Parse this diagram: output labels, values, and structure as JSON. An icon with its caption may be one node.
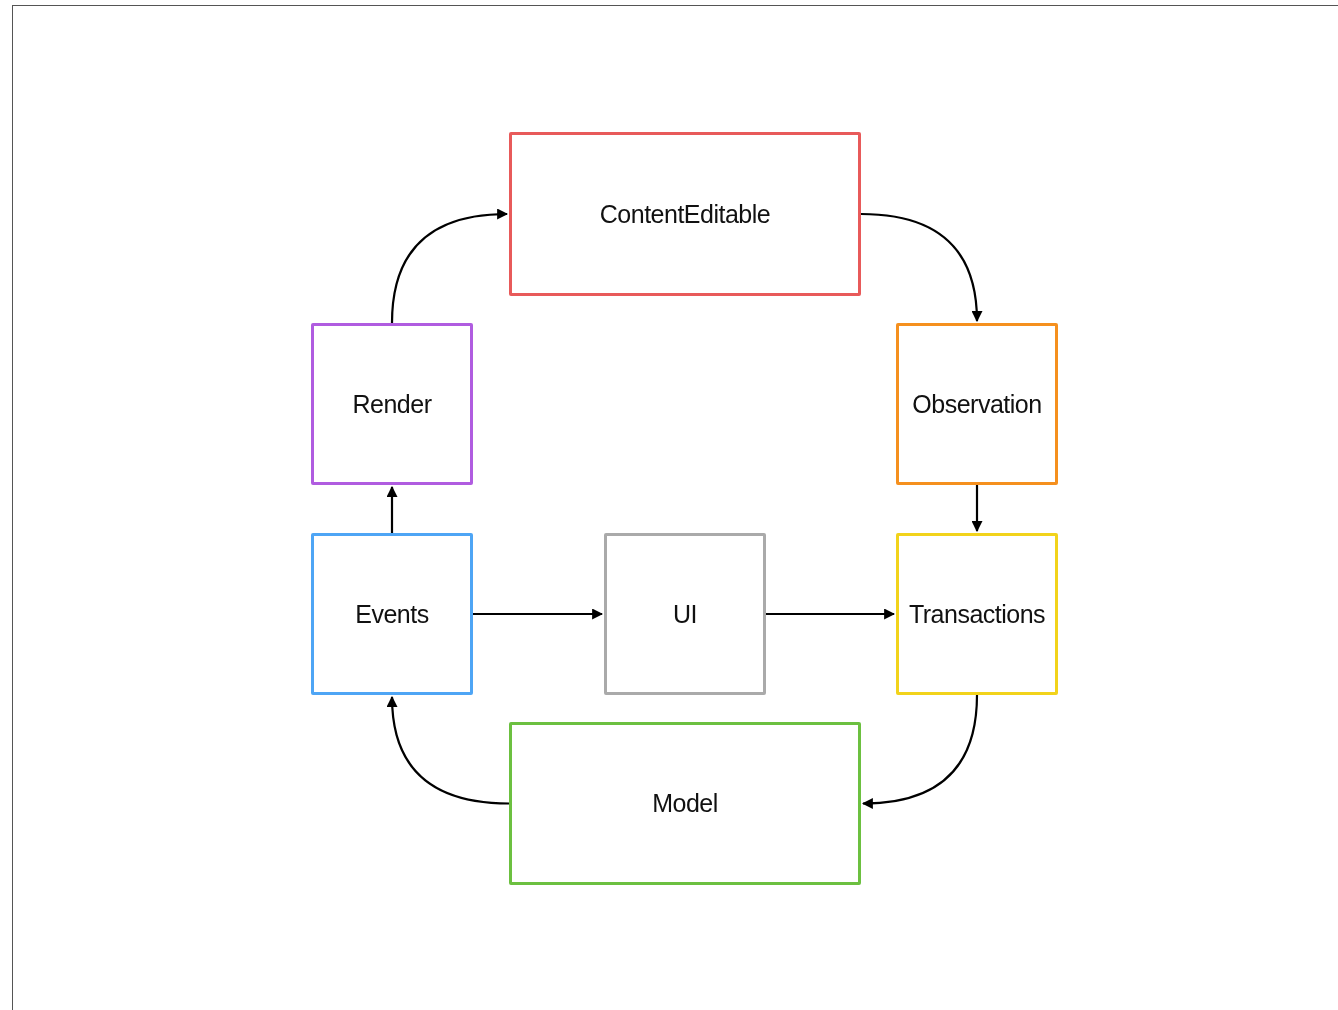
{
  "diagram": {
    "nodes": [
      {
        "text": [
          "ContentEditable"
        ]
      },
      {
        "text": [
          "Render"
        ]
      },
      {
        "text": [
          "Observation"
        ]
      },
      {
        "text": [
          "Events"
        ]
      },
      {
        "text": [
          "UI"
        ]
      },
      {
        "text": [
          "Transactions"
        ]
      },
      {
        "text": [
          "Model"
        ]
      }
    ],
    "edges": [
      {
        "from": 1,
        "to": 0,
        "arrow": "to"
      },
      {
        "from": 0,
        "to": 2,
        "arrow": "to"
      },
      {
        "from": 2,
        "to": 5,
        "arrow": "to"
      },
      {
        "from": 5,
        "to": 6,
        "arrow": "to"
      },
      {
        "from": 6,
        "to": 3,
        "arrow": "to"
      },
      {
        "from": 3,
        "to": 1,
        "arrow": "to"
      },
      {
        "from": 3,
        "to": 4,
        "arrow": "to"
      },
      {
        "from": 4,
        "to": 5,
        "arrow": "to"
      }
    ]
  }
}
